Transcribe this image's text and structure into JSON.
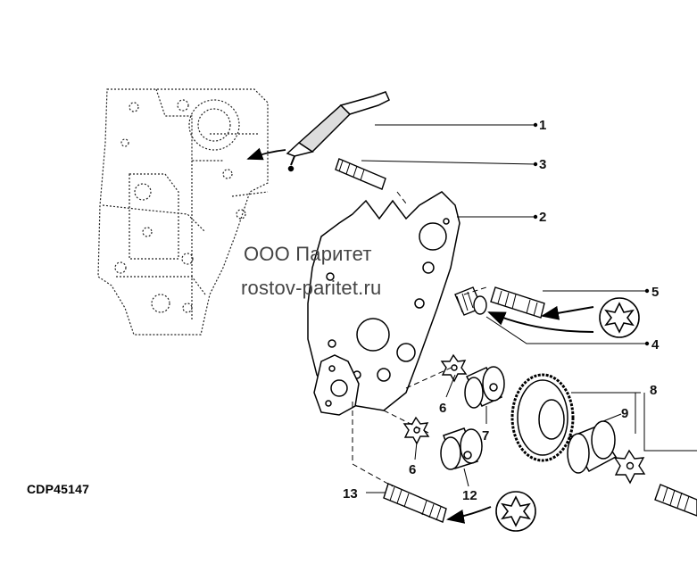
{
  "figure": {
    "reference_code": "CDP45147",
    "watermark": {
      "line1": "ООО Паритет",
      "line2": "rostov-paritet.ru"
    },
    "callouts": [
      "1",
      "2",
      "3",
      "4",
      "5",
      "6",
      "6",
      "7",
      "8",
      "9",
      "12",
      "13"
    ],
    "icons": [
      "sealant-tube-icon",
      "torx-drive-icon"
    ]
  }
}
